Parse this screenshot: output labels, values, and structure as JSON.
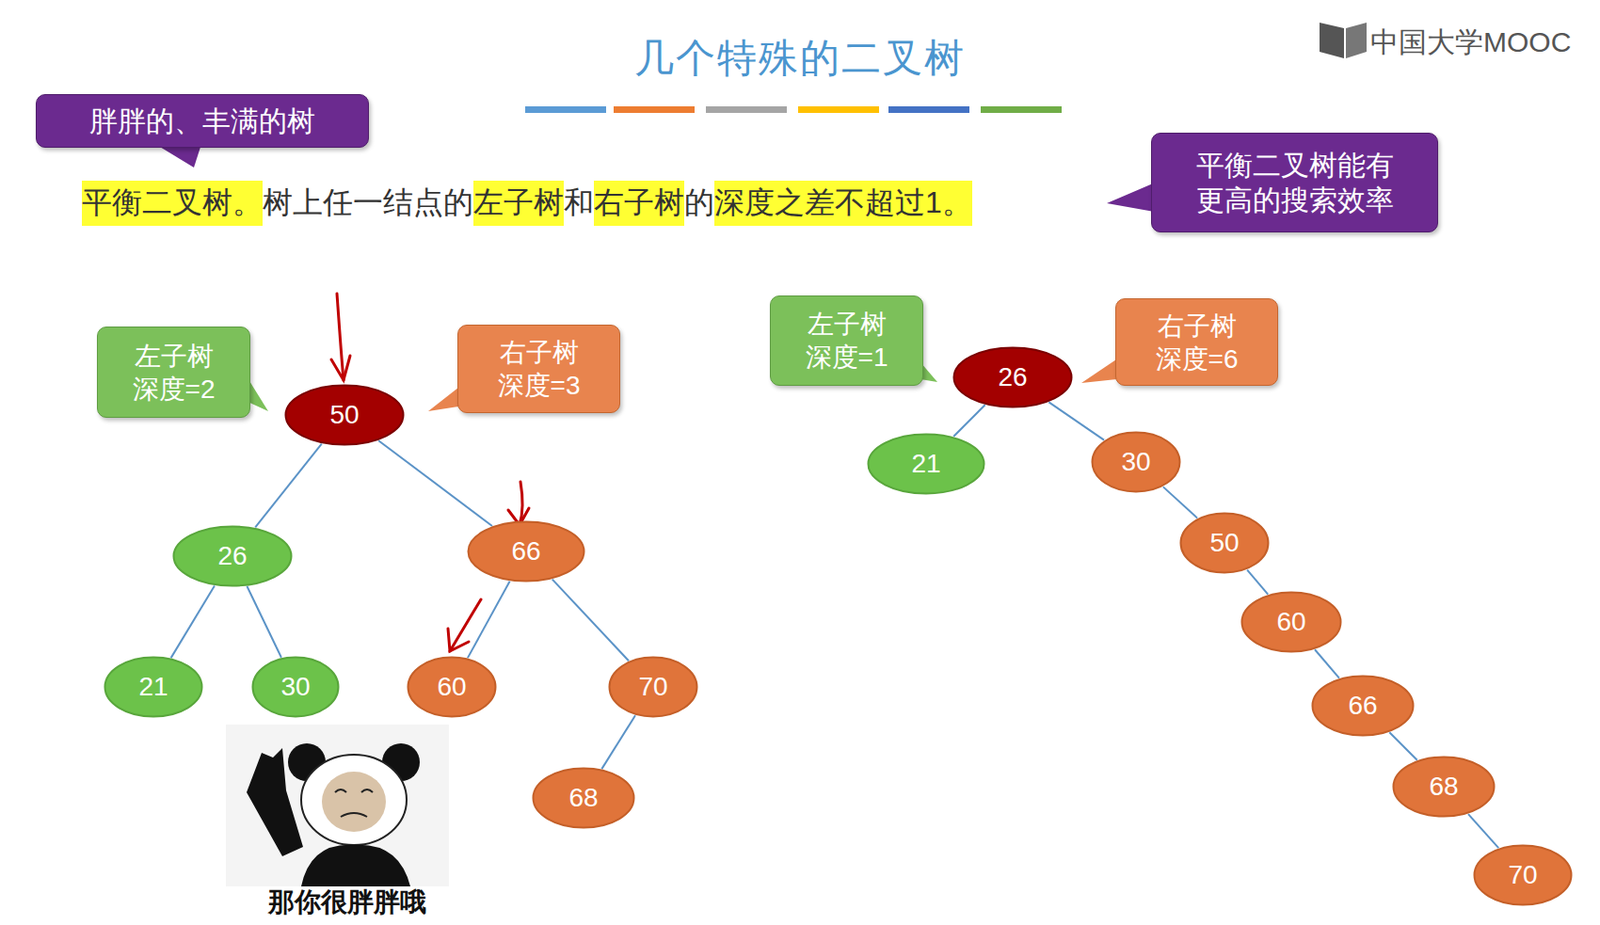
{
  "diagram": {
    "title": "几个特殊的二叉树",
    "nodes": [
      {
        "text": [
          "胖胖的、丰满的树"
        ]
      },
      {
        "text": [
          "平衡二叉树能有 更高的搜索效率"
        ]
      },
      {
        "text": [
          "左子树 深度=2"
        ]
      },
      {
        "text": [
          "右子树 深度=3"
        ]
      },
      {
        "text": [
          "50"
        ]
      },
      {
        "text": [
          "26"
        ]
      },
      {
        "text": [
          "66"
        ]
      },
      {
        "text": [
          "21"
        ]
      },
      {
        "text": [
          "30"
        ]
      },
      {
        "text": [
          "60"
        ]
      },
      {
        "text": [
          "70"
        ]
      },
      {
        "text": [
          "68"
        ]
      },
      {
        "text": [
          "左子树 深度=1"
        ]
      },
      {
        "text": [
          "26"
        ]
      },
      {
        "text": [
          "右子树 深度=6"
        ]
      },
      {
        "text": [
          "21"
        ]
      },
      {
        "text": [
          "30"
        ]
      },
      {
        "text": [
          "50"
        ]
      },
      {
        "text": [
          "60"
        ]
      },
      {
        "text": [
          "66"
        ]
      },
      {
        "text": [
          "68"
        ]
      },
      {
        "text": [
          "70"
        ]
      }
    ],
    "edges": [
      {
        "from": 4,
        "to": 5,
        "arrow": "none"
      },
      {
        "from": 4,
        "to": 6,
        "arrow": "none"
      },
      {
        "from": 5,
        "to": 7,
        "arrow": "none"
      },
      {
        "from": 5,
        "to": 8,
        "arrow": "none"
      },
      {
        "from": 6,
        "to": 9,
        "arrow": "none"
      },
      {
        "from": 6,
        "to": 10,
        "arrow": "none"
      },
      {
        "from": 10,
        "to": 11,
        "arrow": "none"
      },
      {
        "from": 13,
        "to": 15,
        "arrow": "none"
      },
      {
        "from": 13,
        "to": 16,
        "arrow": "none"
      },
      {
        "from": 16,
        "to": 17,
        "arrow": "none"
      },
      {
        "from": 17,
        "to": 18,
        "arrow": "none"
      },
      {
        "from": 18,
        "to": 19,
        "arrow": "none"
      },
      {
        "from": 19,
        "to": 20,
        "arrow": "none"
      },
      {
        "from": 20,
        "to": 21,
        "arrow": "none"
      }
    ],
    "labels": [
      "中国大学MOOC",
      "平衡二叉树。",
      "树上任一结点的",
      "左子树",
      "和",
      "右子树",
      "的",
      "深度之差不超过1。",
      "那你很胖胖哦"
    ]
  }
}
